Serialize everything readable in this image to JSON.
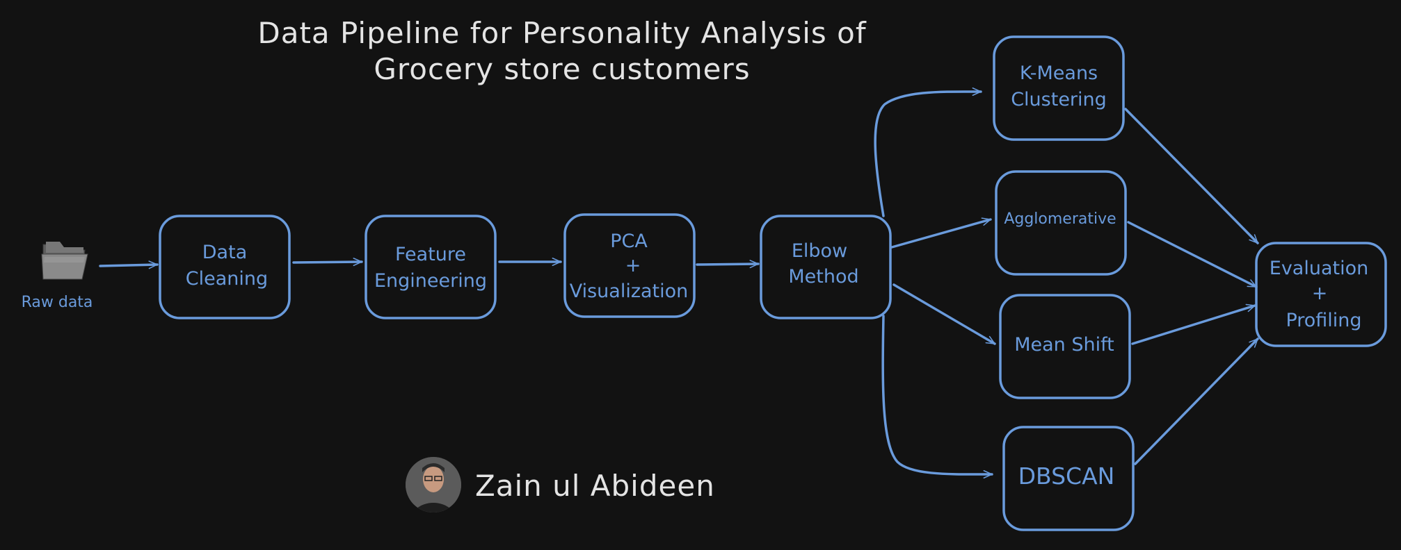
{
  "title": {
    "line1": "Data Pipeline for Personality Analysis of",
    "line2": "Grocery store customers"
  },
  "source": {
    "icon": "folder-icon",
    "label": "Raw data"
  },
  "nodes": {
    "data_cleaning": [
      "Data",
      "Cleaning"
    ],
    "feature_engineering": [
      "Feature",
      "Engineering"
    ],
    "pca": [
      "PCA",
      "+",
      "Visualization"
    ],
    "elbow": [
      "Elbow",
      "Method"
    ],
    "kmeans": [
      "K-Means",
      "Clustering"
    ],
    "agglomerative": [
      "Agglomerative"
    ],
    "mean_shift": [
      "Mean Shift"
    ],
    "dbscan": [
      "DBSCAN"
    ],
    "evaluation": [
      "Evaluation",
      "+",
      "Profiling"
    ]
  },
  "author": {
    "name": "Zain ul Abideen",
    "avatar_icon": "avatar-icon"
  },
  "colors": {
    "background": "#121212",
    "accent": "#6a9bdc",
    "text": "#e4e4e4"
  }
}
